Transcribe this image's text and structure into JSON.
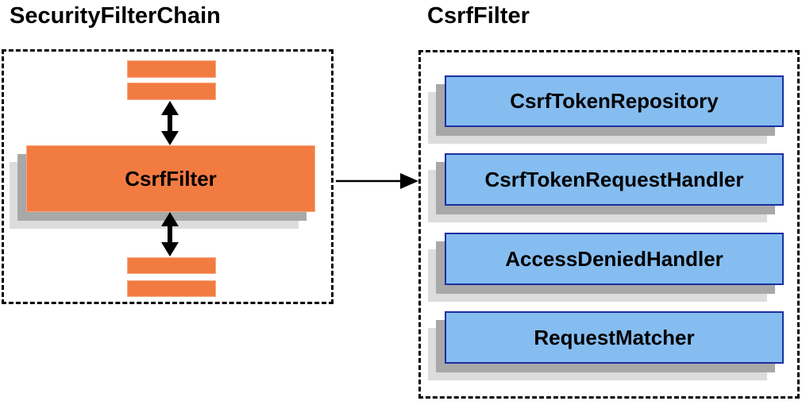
{
  "diagram": {
    "left_panel": {
      "title": "SecurityFilterChain",
      "filter_label": "CsrfFilter"
    },
    "right_panel": {
      "title": "CsrfFilter",
      "components": [
        "CsrfTokenRepository",
        "CsrfTokenRequestHandler",
        "AccessDeniedHandler",
        "RequestMatcher"
      ]
    },
    "colors": {
      "box_orange": "#F27B42",
      "box_blue_fill": "#85BDF0",
      "box_blue_border": "#1B2FA0",
      "shadow_dark": "#A8A8A8",
      "shadow_light": "#DCDCDC",
      "dashed_border": "#000000",
      "arrow": "#000000"
    }
  }
}
